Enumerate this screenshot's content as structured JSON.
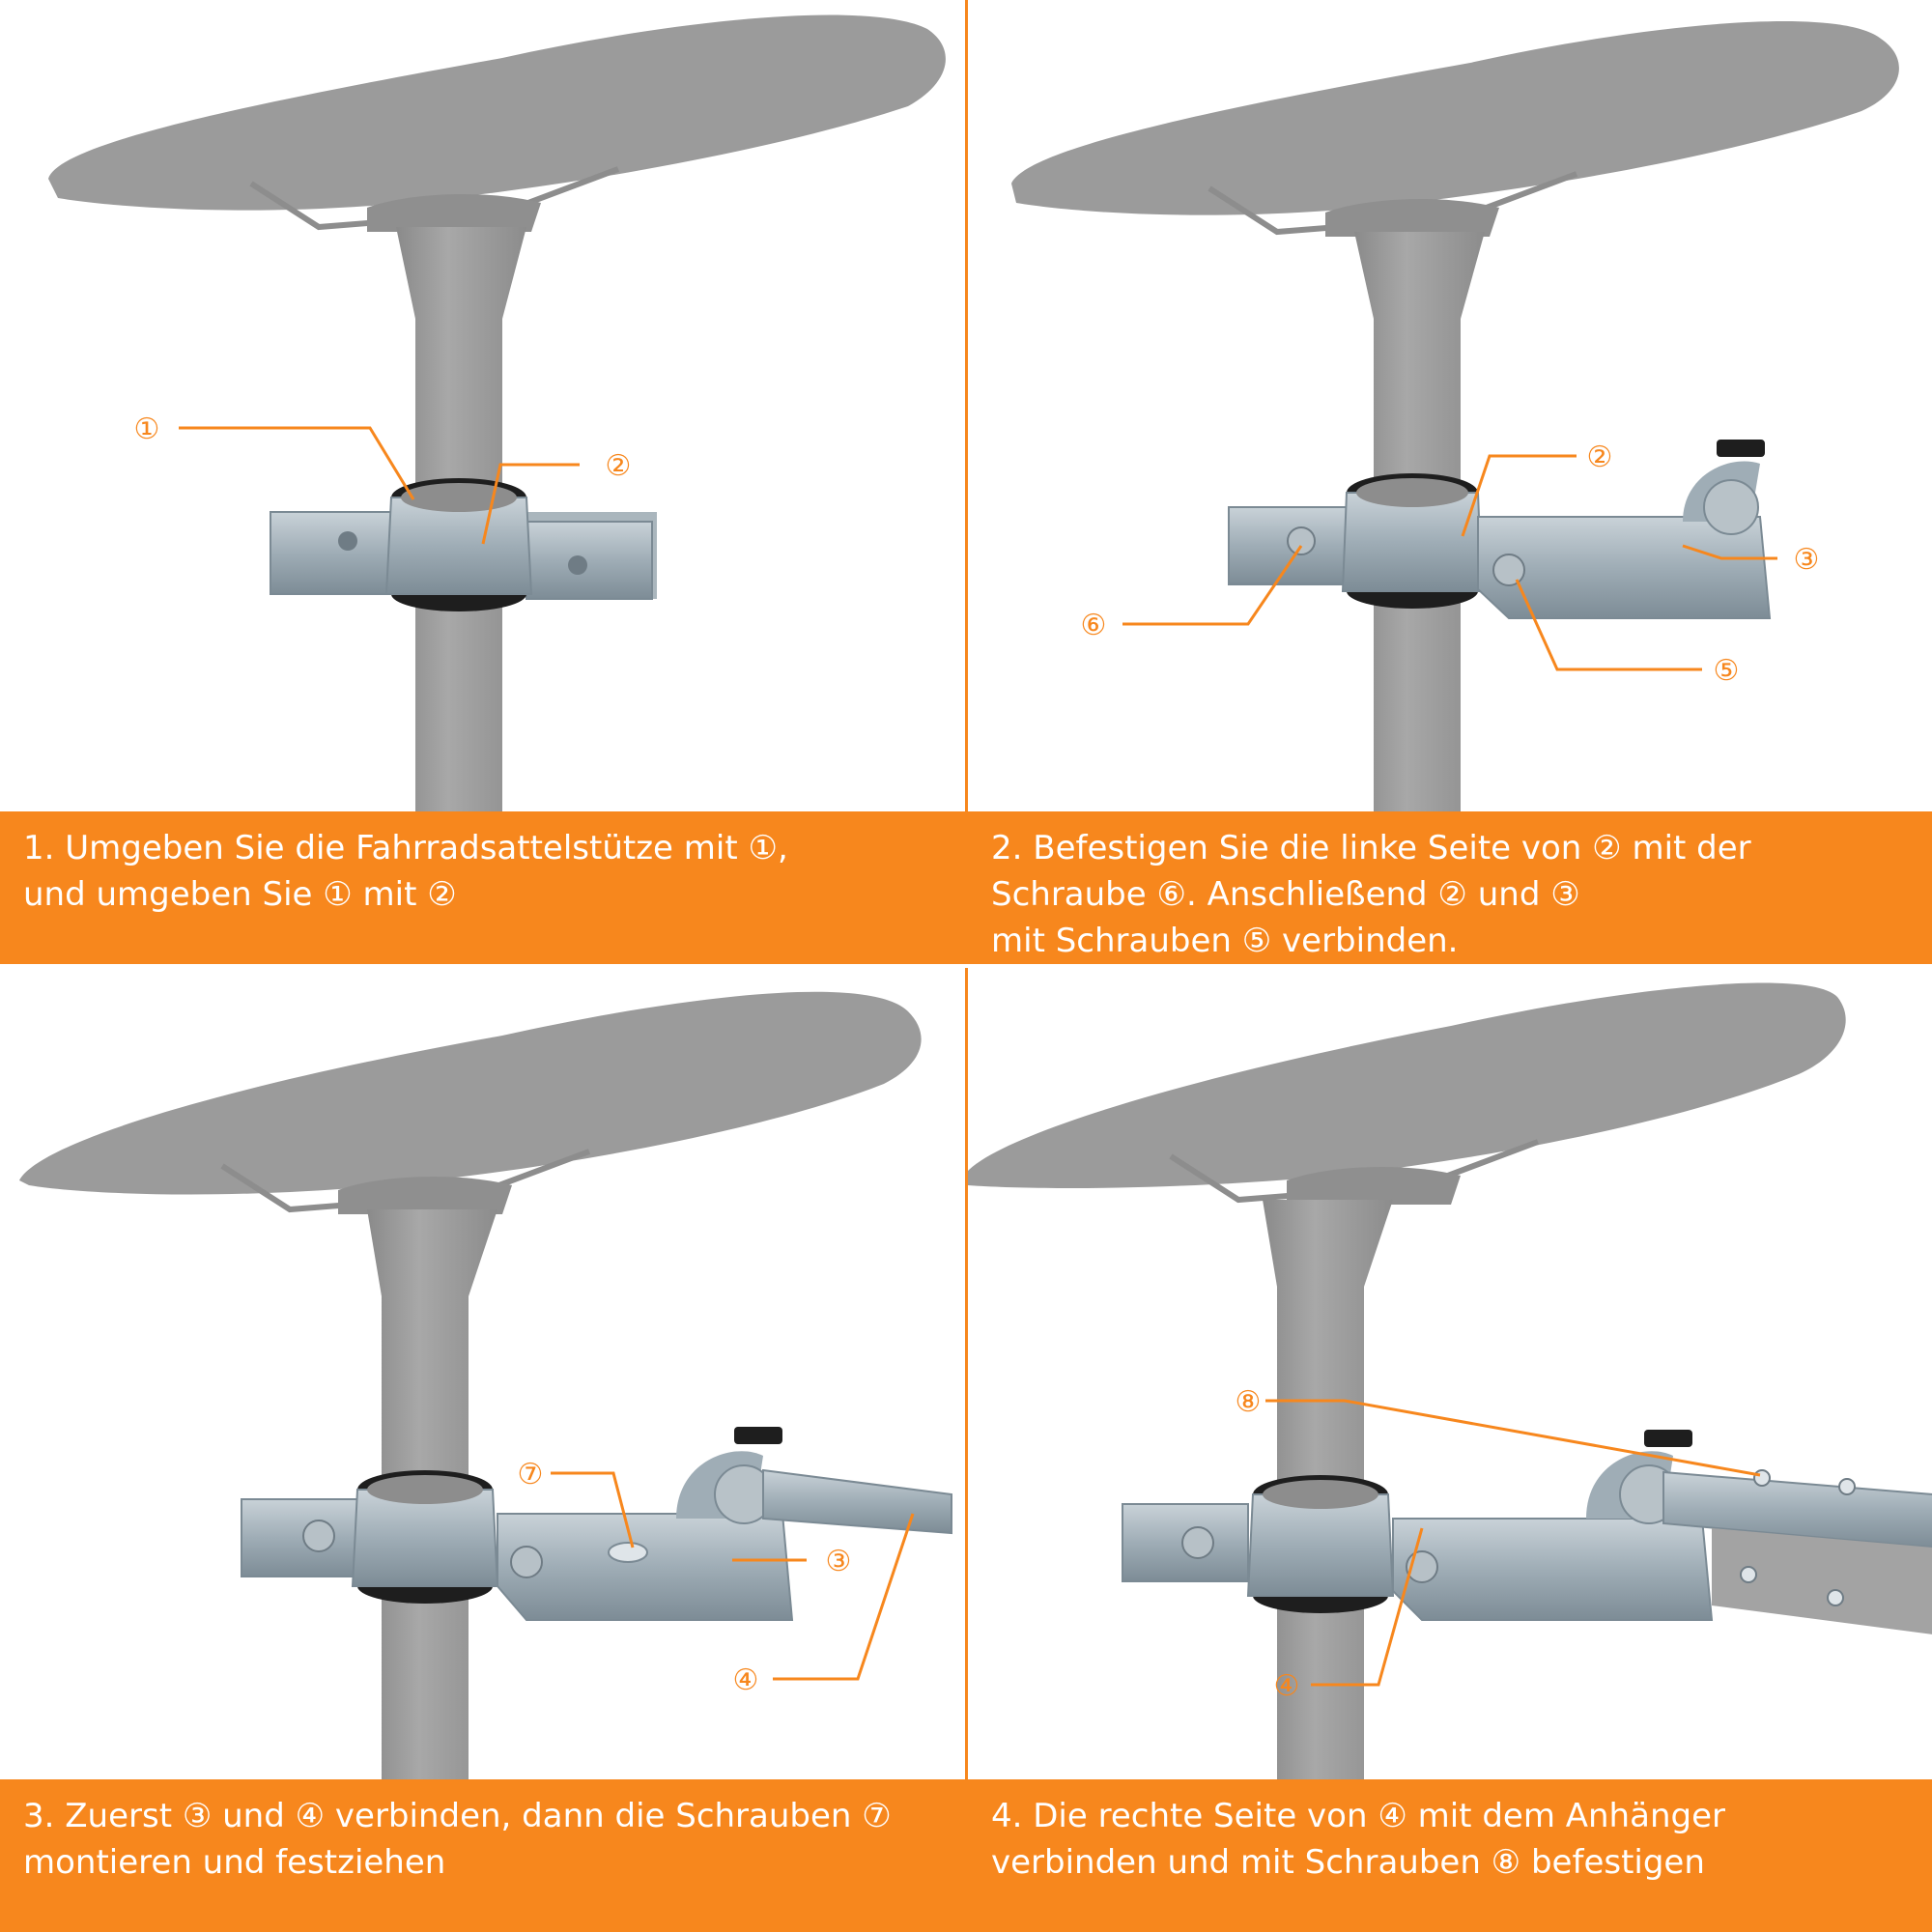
{
  "accent_color": "#f7871d",
  "panels": [
    {
      "caption_lines": [
        "1. Umgeben Sie die Fahrradsattelstütze mit ①,",
        "und umgeben Sie ① mit ②"
      ],
      "callouts": [
        "①",
        "②"
      ]
    },
    {
      "caption_lines": [
        "2. Befestigen Sie die linke Seite von ② mit der",
        "Schraube ⑥. Anschließend ② und ③",
        "mit Schrauben ⑤ verbinden."
      ],
      "callouts": [
        "②",
        "③",
        "⑥",
        "⑤"
      ]
    },
    {
      "caption_lines": [
        "3. Zuerst ③ und ④ verbinden, dann die Schrauben ⑦",
        "montieren und festziehen"
      ],
      "callouts": [
        "⑦",
        "③",
        "④"
      ]
    },
    {
      "caption_lines": [
        "4. Die rechte Seite von ④ mit dem Anhänger",
        "verbinden und mit Schrauben ⑧ befestigen"
      ],
      "callouts": [
        "⑧",
        "④"
      ]
    }
  ]
}
